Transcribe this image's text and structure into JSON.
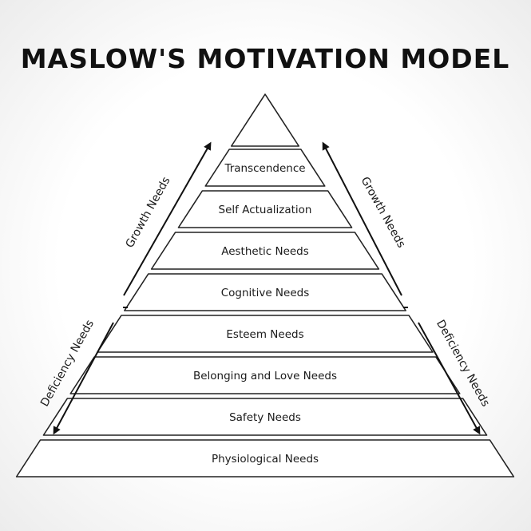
{
  "title": "MASLOW'S MOTIVATION MODEL",
  "tiers": [
    {
      "label": "Transcendence"
    },
    {
      "label": "Self Actualization"
    },
    {
      "label": "Aesthetic Needs"
    },
    {
      "label": "Cognitive Needs"
    },
    {
      "label": "Esteem Needs"
    },
    {
      "label": "Belonging and Love Needs"
    },
    {
      "label": "Safety Needs"
    },
    {
      "label": "Physiological Needs"
    }
  ],
  "side_labels": {
    "growth_left": "Growth Needs",
    "growth_right": "Growth Needs",
    "deficiency_left": "Deficiency Needs",
    "deficiency_right": "Deficiency Needs"
  },
  "colors": {
    "line": "#222222",
    "tier_fill": "#ffffff",
    "text": "#1a1a1a"
  }
}
